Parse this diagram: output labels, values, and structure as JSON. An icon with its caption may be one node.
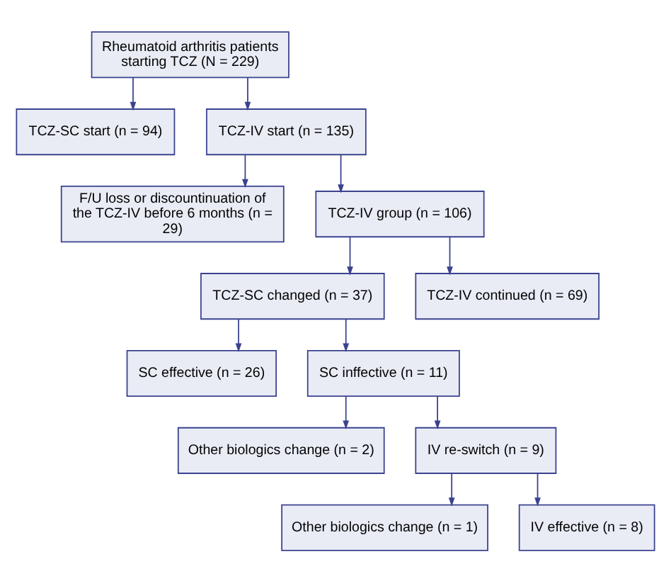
{
  "diagram": {
    "nodes": [
      {
        "text": [
          "Rheumatoid arthritis patients starting TCZ (N = 229)"
        ]
      },
      {
        "text": [
          "TCZ-SC start (n = 94)"
        ]
      },
      {
        "text": [
          "TCZ-IV start (n = 135)"
        ]
      },
      {
        "text": [
          "F/U loss or discountinuation of the TCZ-IV before 6 months (n = 29)"
        ]
      },
      {
        "text": [
          "TCZ-IV group (n = 106)"
        ]
      },
      {
        "text": [
          "TCZ-SC changed (n = 37)"
        ]
      },
      {
        "text": [
          "TCZ-IV continued (n = 69)"
        ]
      },
      {
        "text": [
          "SC effective (n = 26)"
        ]
      },
      {
        "text": [
          "SC inffective (n = 11)"
        ]
      },
      {
        "text": [
          "Other biologics change (n = 2)"
        ]
      },
      {
        "text": [
          "IV re-switch (n = 9)"
        ]
      },
      {
        "text": [
          "Other biologics change (n = 1)"
        ]
      },
      {
        "text": [
          "IV effective (n = 8)"
        ]
      }
    ],
    "edges": [
      {
        "from": 0,
        "to": 1,
        "arrow": "to"
      },
      {
        "from": 0,
        "to": 2,
        "arrow": "to"
      },
      {
        "from": 2,
        "to": 3,
        "arrow": "to"
      },
      {
        "from": 2,
        "to": 4,
        "arrow": "to"
      },
      {
        "from": 4,
        "to": 5,
        "arrow": "to"
      },
      {
        "from": 4,
        "to": 6,
        "arrow": "to"
      },
      {
        "from": 5,
        "to": 7,
        "arrow": "to"
      },
      {
        "from": 5,
        "to": 8,
        "arrow": "to"
      },
      {
        "from": 8,
        "to": 9,
        "arrow": "to"
      },
      {
        "from": 8,
        "to": 10,
        "arrow": "to"
      },
      {
        "from": 10,
        "to": 11,
        "arrow": "to"
      },
      {
        "from": 10,
        "to": 12,
        "arrow": "to"
      }
    ]
  }
}
